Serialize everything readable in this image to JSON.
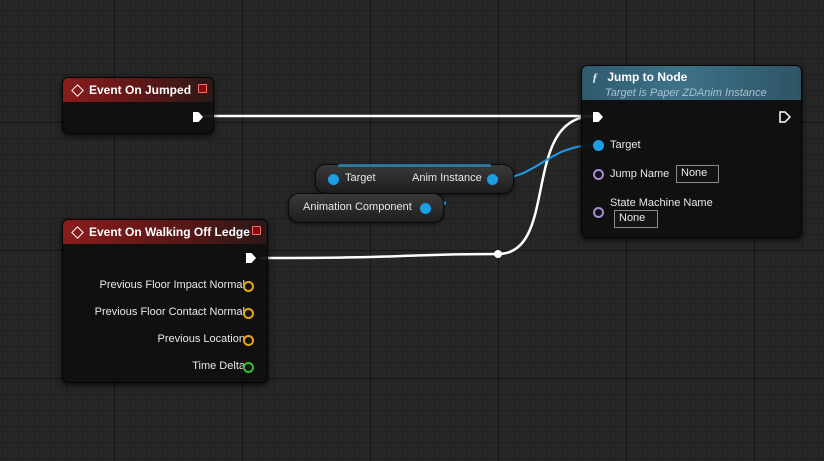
{
  "nodes": {
    "event_jumped": {
      "title": "Event On Jumped"
    },
    "event_ledge": {
      "title": "Event On Walking Off Ledge",
      "outputs": [
        {
          "label": "Previous Floor Impact Normal"
        },
        {
          "label": "Previous Floor Contact Normal"
        },
        {
          "label": "Previous Location"
        },
        {
          "label": "Time Delta"
        }
      ]
    },
    "anim_instance": {
      "target_label": "Target",
      "output_label": "Anim Instance"
    },
    "anim_component": {
      "label": "Animation Component"
    },
    "jump_to_node": {
      "title": "Jump to Node",
      "subtitle": "Target is Paper ZDAnim Instance",
      "target_label": "Target",
      "jump_name_label": "Jump Name",
      "jump_name_value": "None",
      "state_machine_label": "State Machine Name",
      "state_machine_value": "None"
    }
  },
  "icons": {
    "event": "event-diamond-icon",
    "function": "function-f-icon",
    "stop": "stop-square-icon"
  },
  "colors": {
    "exec_wire": "#ffffff",
    "object_wire": "#1a9ee6",
    "vector_pin": "#e5a619",
    "float_pin": "#32c030",
    "name_pin": "#a98ad4",
    "event_header": "#8a1c1c",
    "function_header": "#3d7289"
  }
}
